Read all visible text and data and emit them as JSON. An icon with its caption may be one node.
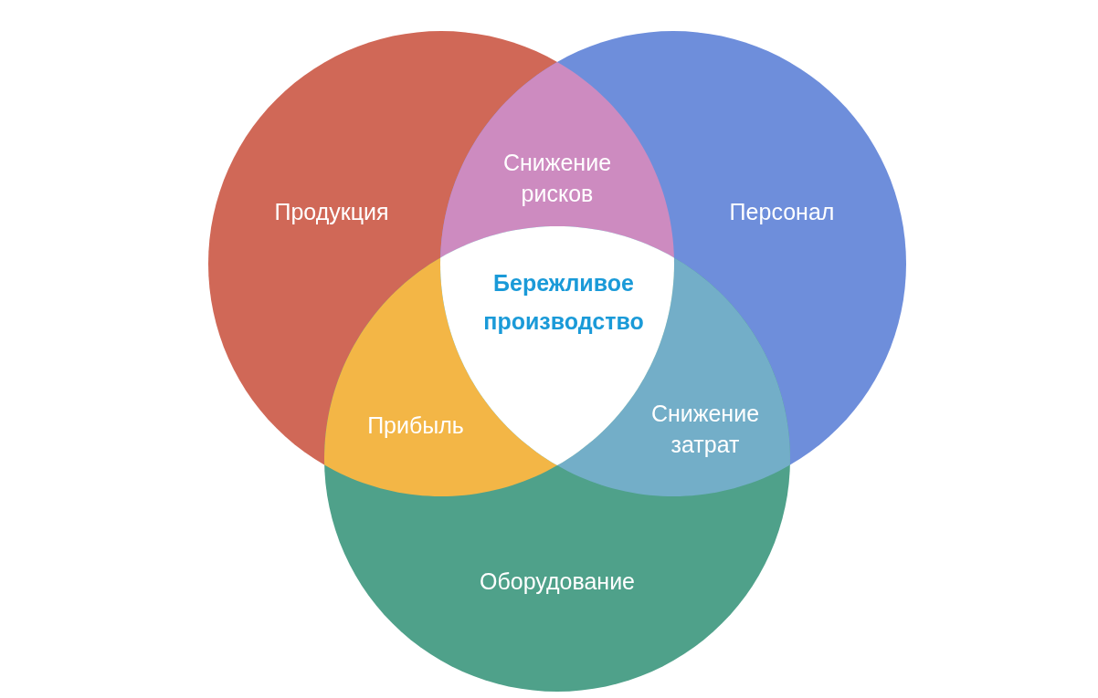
{
  "diagram": {
    "nodes": [
      {
        "text": [
          "Продукция"
        ]
      },
      {
        "text": [
          "Снижение рисков"
        ]
      },
      {
        "text": [
          "Персонал"
        ]
      },
      {
        "text": [
          "Бережливое производство"
        ]
      },
      {
        "text": [
          "Прибыль"
        ]
      },
      {
        "text": [
          "Снижение затрат"
        ]
      },
      {
        "text": [
          "Оборудование"
        ]
      }
    ]
  }
}
